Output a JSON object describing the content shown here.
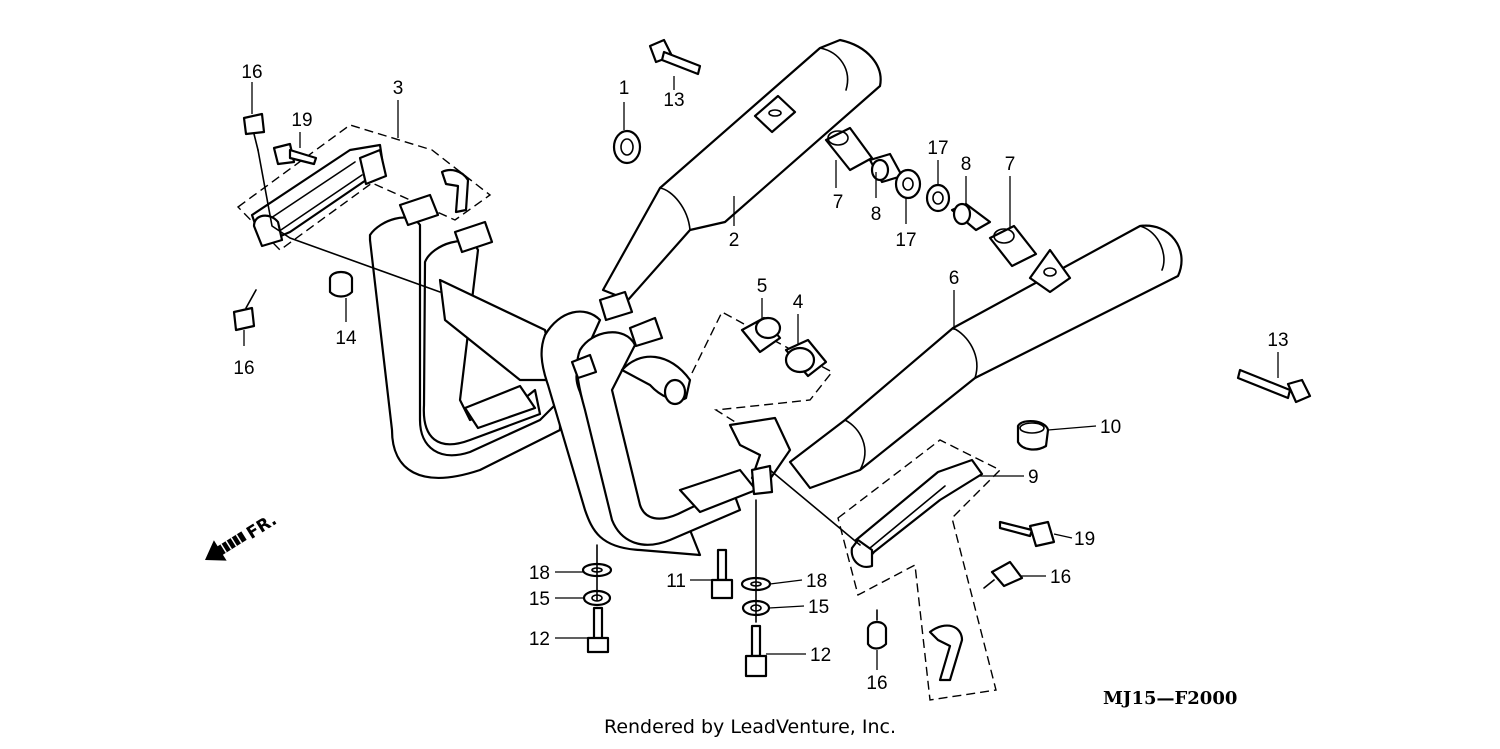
{
  "diagram": {
    "code": "MJ15—F2000",
    "credit": "Rendered by LeadVenture, Inc.",
    "front_marker": "FR.",
    "callouts": [
      "16",
      "19",
      "3",
      "16",
      "14",
      "13",
      "1",
      "2",
      "7",
      "8",
      "17",
      "17",
      "8",
      "7",
      "5",
      "4",
      "6",
      "13",
      "10",
      "9",
      "19",
      "16",
      "18",
      "15",
      "12",
      "11",
      "18",
      "15",
      "12",
      "16"
    ]
  }
}
